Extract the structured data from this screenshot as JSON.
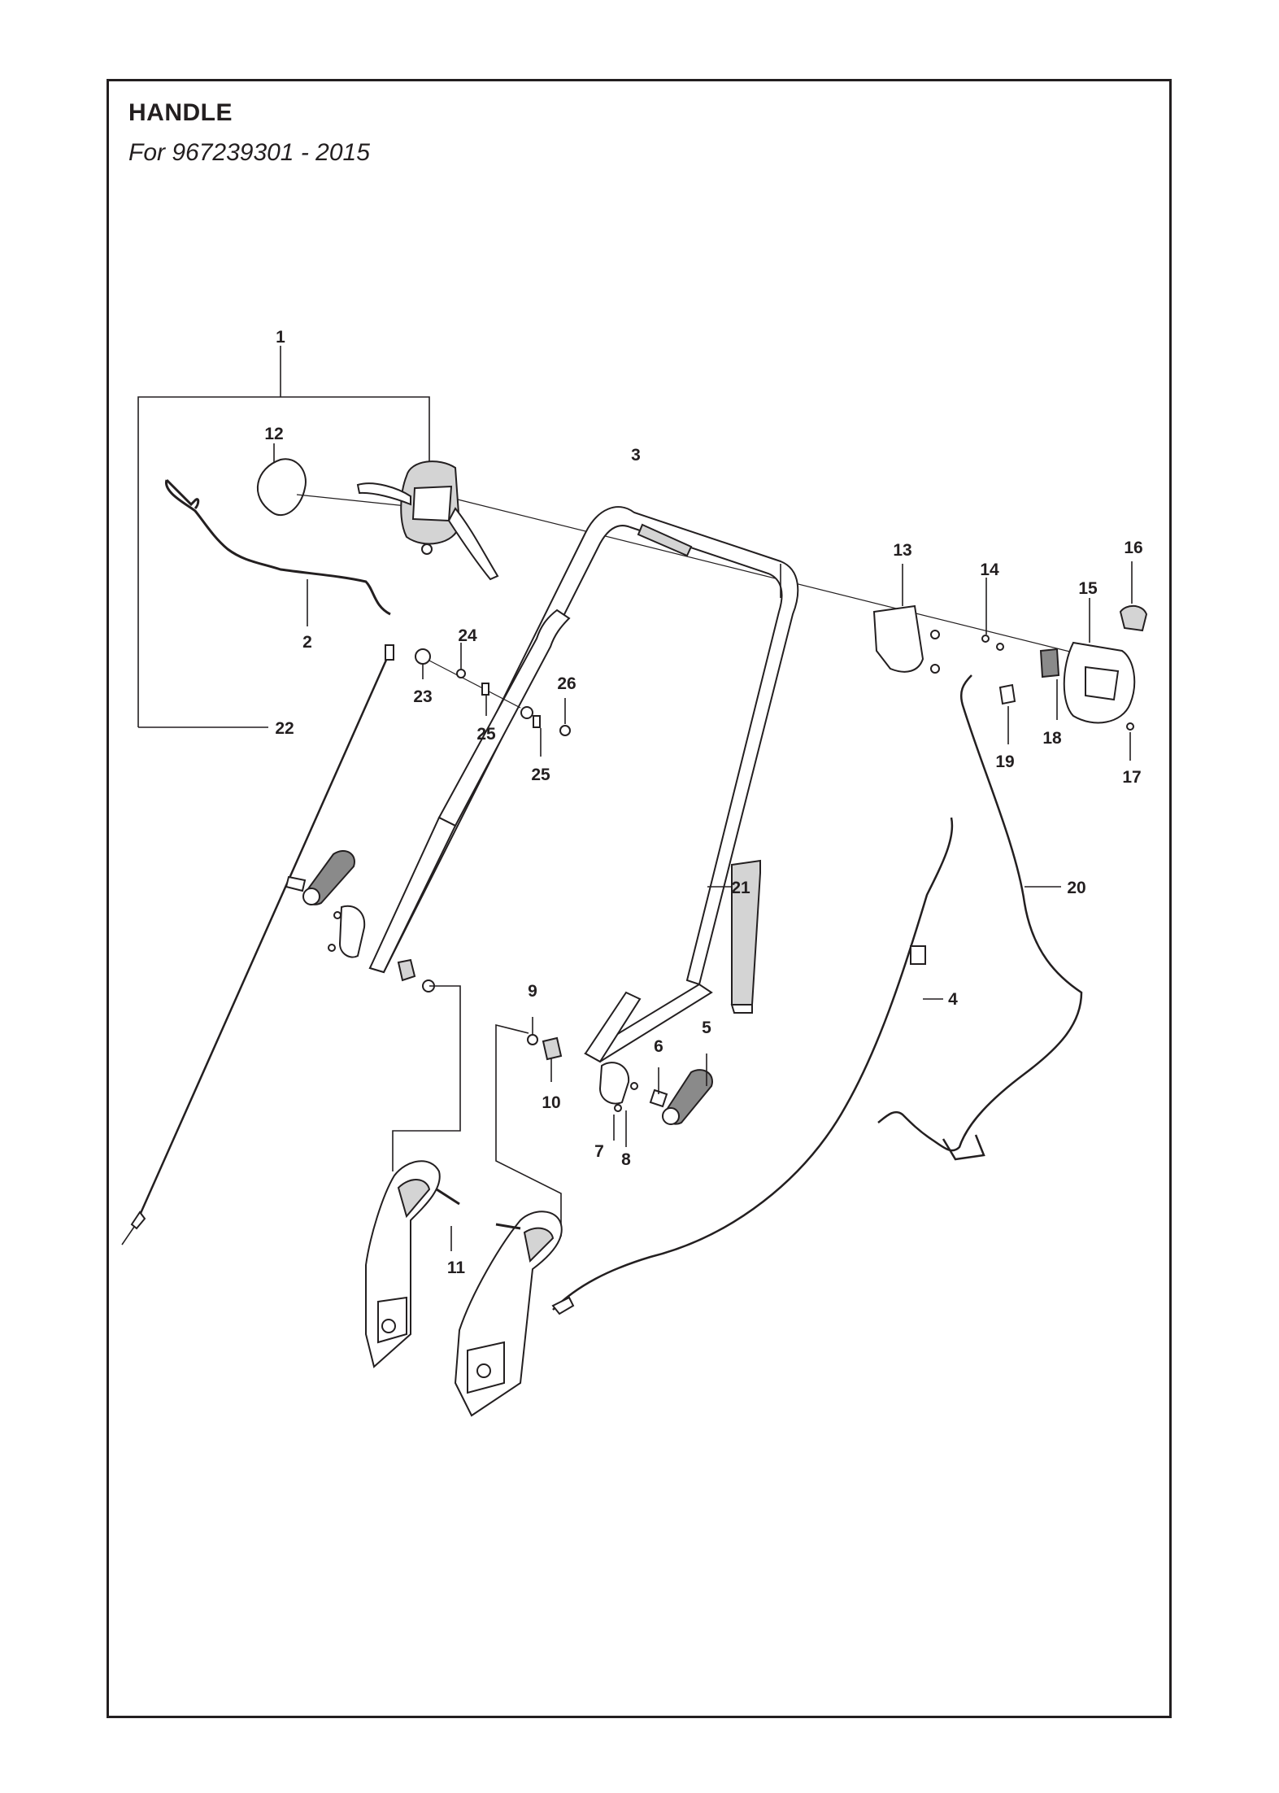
{
  "title": "HANDLE",
  "subtitle": "For 967239301 - 2015",
  "callouts": [
    "1",
    "2",
    "3",
    "4",
    "5",
    "6",
    "7",
    "8",
    "9",
    "10",
    "11",
    "12",
    "13",
    "14",
    "15",
    "16",
    "17",
    "18",
    "19",
    "20",
    "21",
    "22",
    "23",
    "24",
    "25",
    "25",
    "26"
  ]
}
